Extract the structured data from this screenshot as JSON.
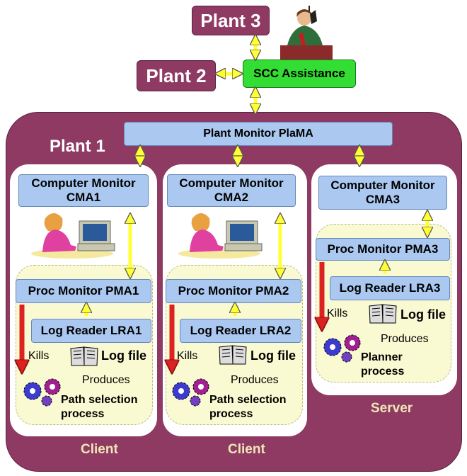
{
  "plants": {
    "plant3": "Plant 3",
    "plant2": "Plant 2",
    "plant1": "Plant 1"
  },
  "scc": "SCC Assistance",
  "plama": "Plant Monitor PlaMA",
  "hosts": [
    {
      "cma_line1": "Computer Monitor",
      "cma_line2": "CMA1",
      "pma": "Proc Monitor PMA1",
      "lra": "Log Reader LRA1",
      "kills": "Kills",
      "logfile": "Log file",
      "produces": "Produces",
      "process_line1": "Path selection",
      "process_line2": "process",
      "caption": "Client"
    },
    {
      "cma_line1": "Computer Monitor",
      "cma_line2": "CMA2",
      "pma": "Proc Monitor PMA2",
      "lra": "Log Reader LRA2",
      "kills": "Kills",
      "logfile": "Log file",
      "produces": "Produces",
      "process_line1": "Path selection",
      "process_line2": "process",
      "caption": "Client"
    },
    {
      "cma_line1": "Computer Monitor",
      "cma_line2": "CMA3",
      "pma": "Proc Monitor PMA3",
      "lra": "Log Reader LRA3",
      "kills": "Kills",
      "logfile": "Log file",
      "produces": "Produces",
      "process_line1": "Planner",
      "process_line2": "process",
      "caption": "Server"
    }
  ],
  "colors": {
    "plant": "#8e3a63",
    "scc": "#33dd33",
    "monitor_box": "#aac8f0",
    "inner": "#fafad2",
    "arrow_yellow": "#ffff33",
    "kills_arrow": "#dd2222",
    "caption": "#f0e6b8"
  },
  "icons": [
    "person-at-computer-icon",
    "phone-man-icon",
    "log-book-icon",
    "gears-icon"
  ]
}
